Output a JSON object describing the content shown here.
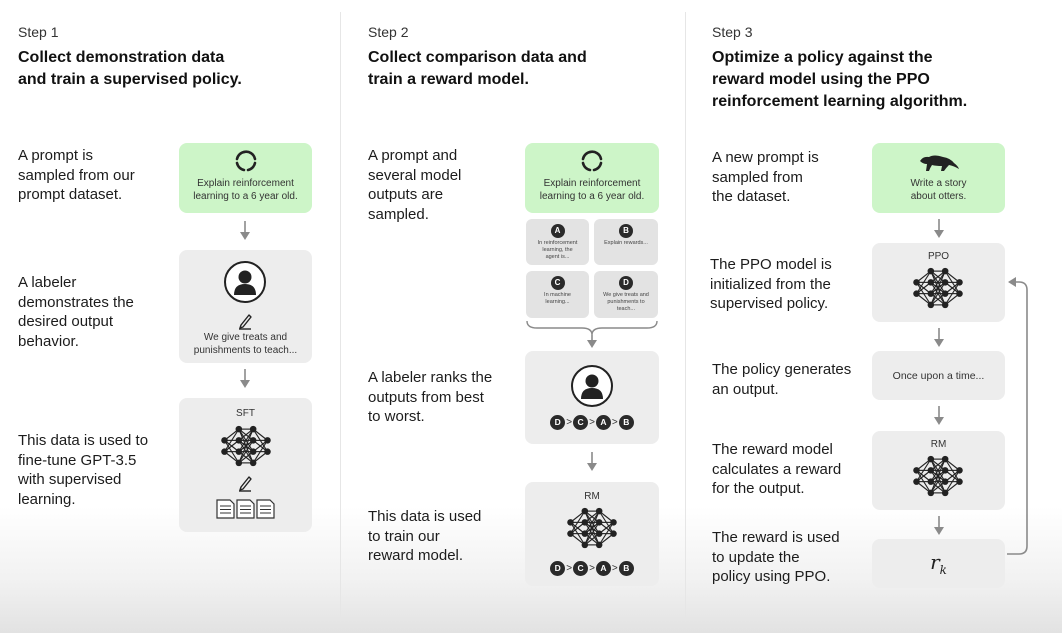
{
  "col1": {
    "step": "Step 1",
    "title": [
      "Collect demonstration data",
      "and train a supervised policy."
    ],
    "desc1": [
      "A prompt is",
      "sampled from our",
      "prompt dataset."
    ],
    "desc2": [
      "A labeler",
      "demonstrates the",
      "desired output",
      "behavior."
    ],
    "desc3": [
      "This data is used to",
      "fine-tune GPT-3.5",
      "with supervised",
      "learning."
    ],
    "prompt_box": [
      "Explain reinforcement",
      "learning to a 6 year old."
    ],
    "labeler_box": [
      "We give treats and",
      "punishments to teach..."
    ],
    "model_label": "SFT"
  },
  "col2": {
    "step": "Step 2",
    "title": [
      "Collect comparison data and",
      "train a reward model."
    ],
    "desc1": [
      "A prompt and",
      "several model",
      "outputs are",
      "sampled."
    ],
    "desc2": [
      "A labeler ranks the",
      "outputs from best",
      "to worst."
    ],
    "desc3": [
      "This data is used",
      "to train our",
      "reward model."
    ],
    "prompt_box": [
      "Explain reinforcement",
      "learning to a 6 year old."
    ],
    "outputs": [
      {
        "letter": "A",
        "text": [
          "In reinforcement",
          "learning, the",
          "agent is..."
        ]
      },
      {
        "letter": "B",
        "text": [
          "Explain rewards..."
        ]
      },
      {
        "letter": "C",
        "text": [
          "In machine",
          "learning..."
        ]
      },
      {
        "letter": "D",
        "text": [
          "We give treats and",
          "punishments to",
          "teach..."
        ]
      }
    ],
    "ranking": [
      "D",
      "C",
      "A",
      "B"
    ],
    "rank_separator": ">",
    "model_label": "RM"
  },
  "col3": {
    "step": "Step 3",
    "title": [
      "Optimize a policy against the",
      "reward model using the PPO",
      "reinforcement learning algorithm."
    ],
    "desc1": [
      "A new prompt is",
      "sampled from",
      "the dataset."
    ],
    "desc2": [
      "The PPO model is",
      "initialized from the",
      "supervised policy."
    ],
    "desc3": [
      "The policy generates",
      "an output."
    ],
    "desc4": [
      "The reward model",
      "calculates a reward",
      "for the output."
    ],
    "desc5": [
      "The reward is used",
      "to update the",
      "policy using PPO."
    ],
    "prompt_box": [
      "Write a story",
      "about otters."
    ],
    "ppo_label": "PPO",
    "output_text": "Once upon a time...",
    "rm_label": "RM",
    "reward_symbol": "r",
    "reward_subscript": "k"
  },
  "icons": [
    "refresh-icon",
    "person-icon",
    "pencil-icon",
    "document-icon",
    "neural-network-icon",
    "otter-icon",
    "arrow-down-icon",
    "feedback-arrow-icon"
  ],
  "colors": {
    "prompt_box": "#cdf5c8",
    "gray_box": "#ededed",
    "text": "#1a1a1a"
  }
}
